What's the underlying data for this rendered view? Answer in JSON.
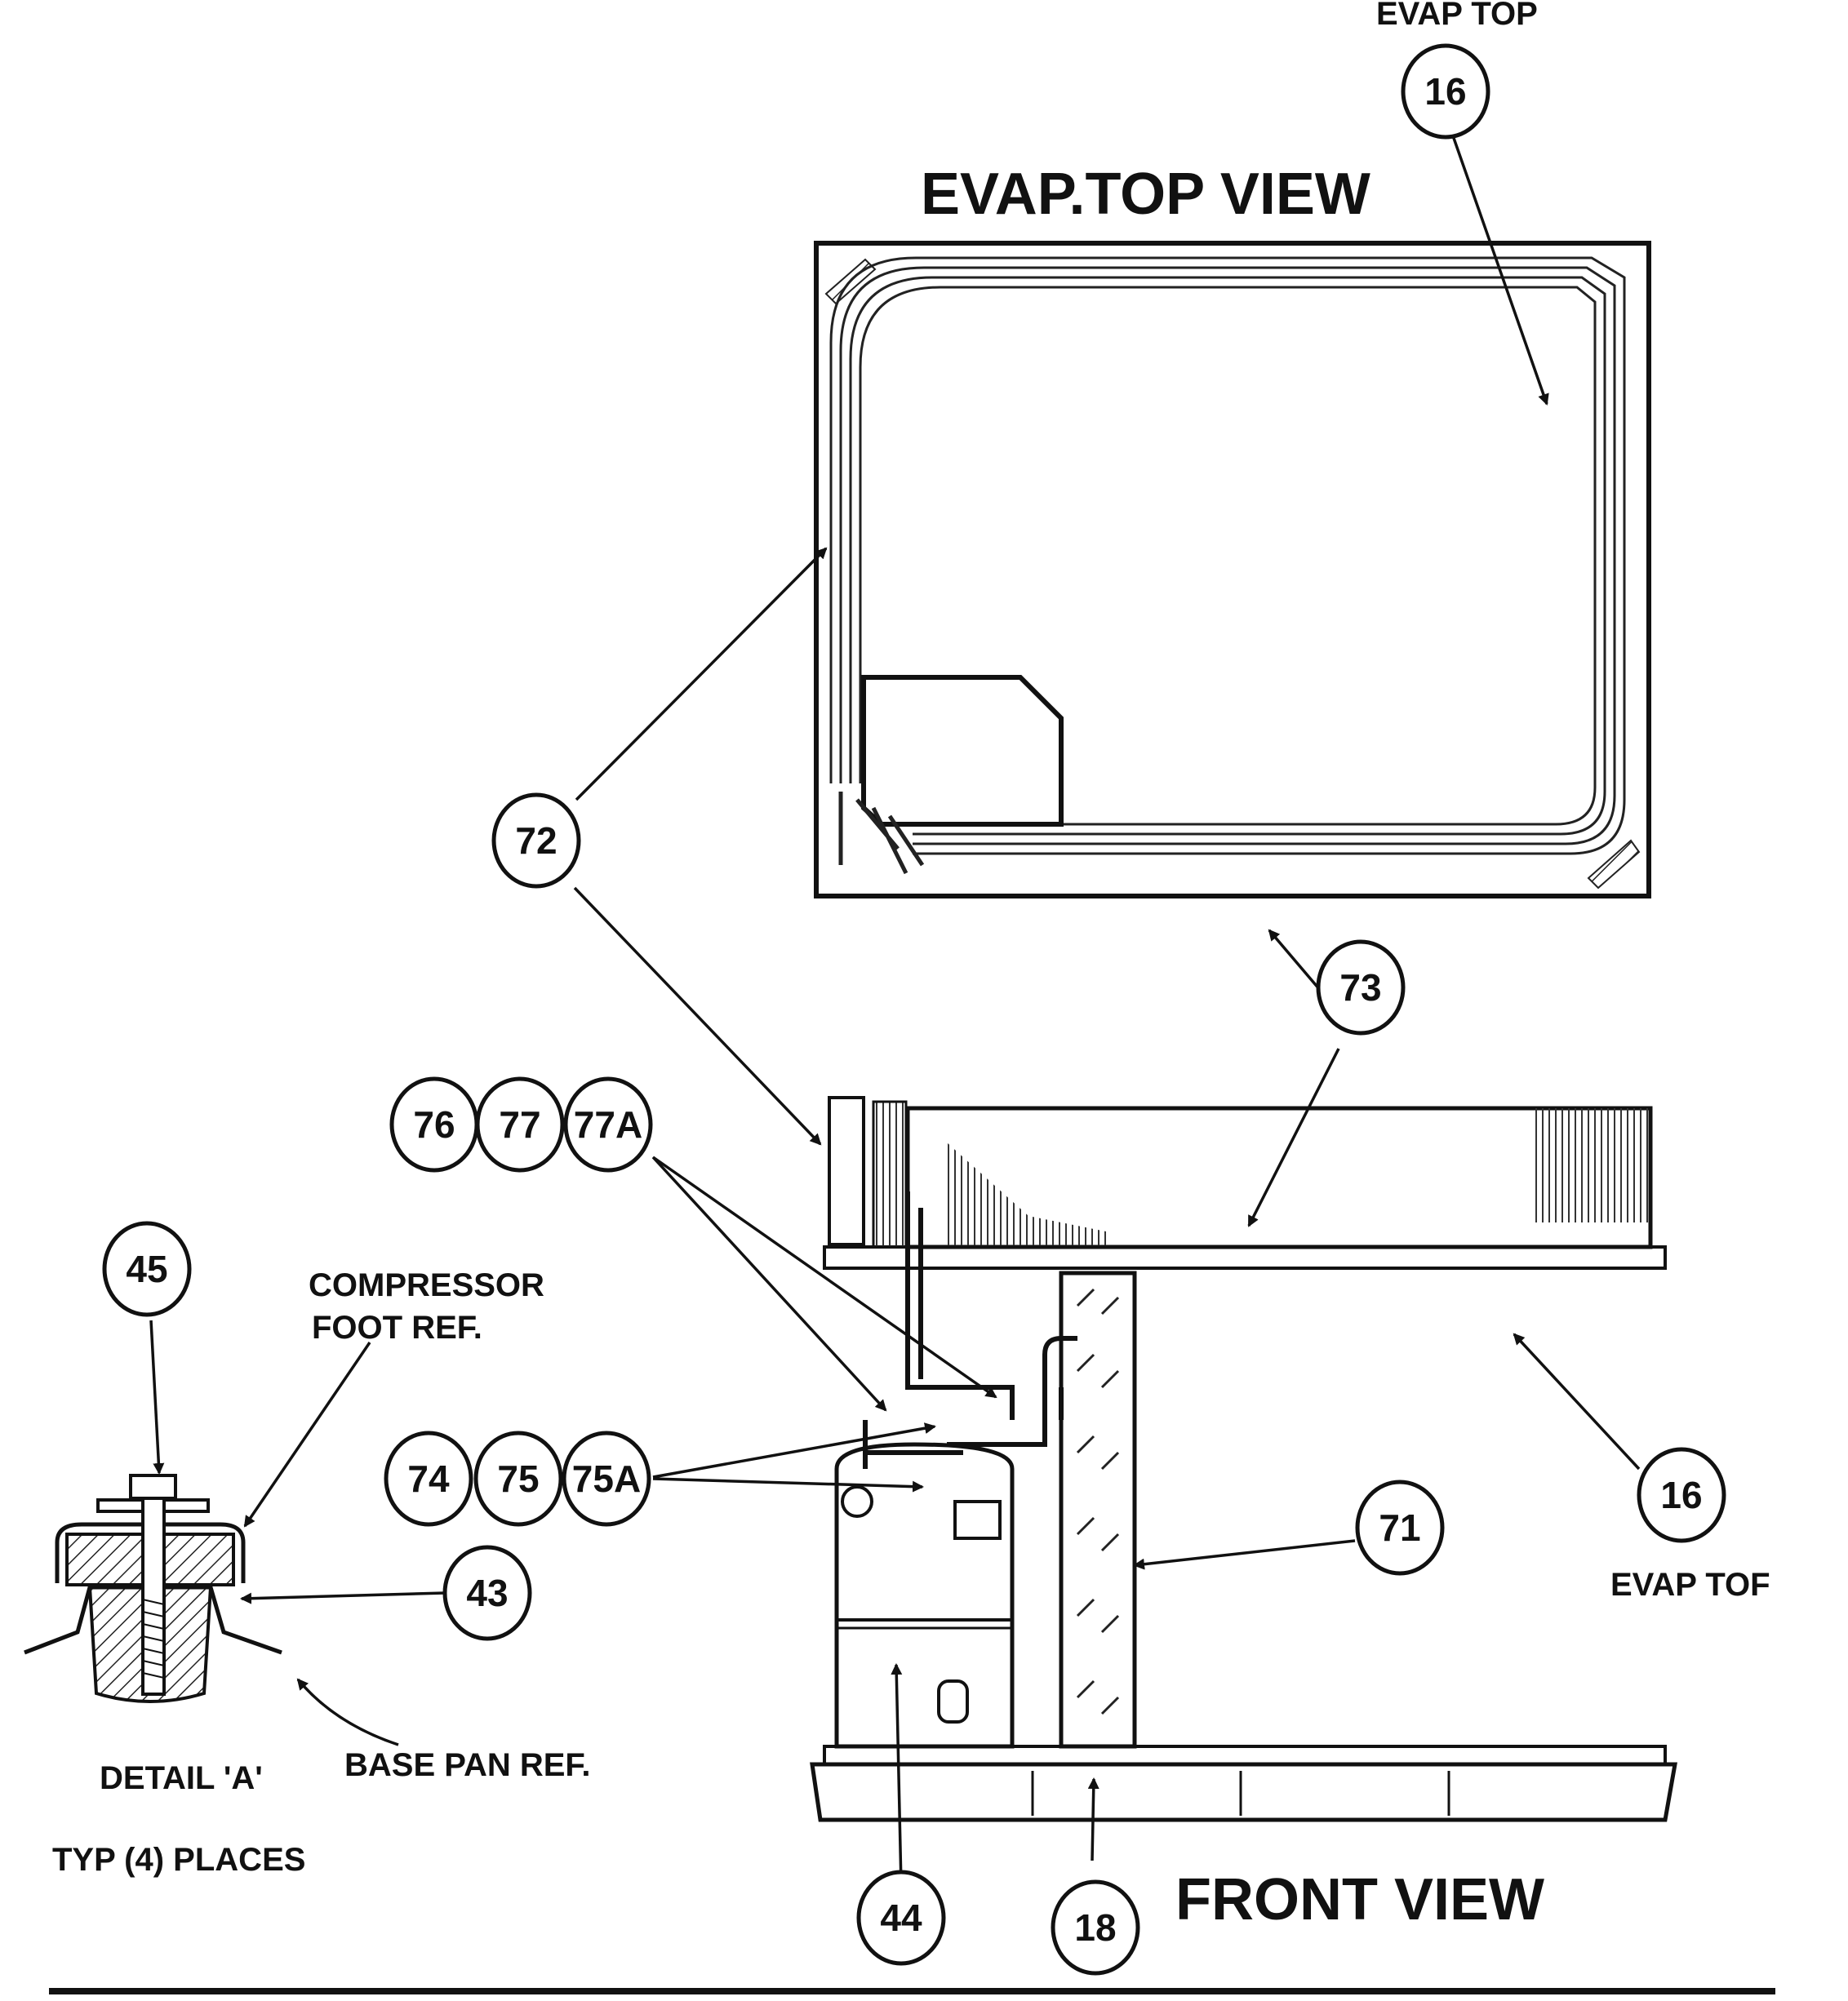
{
  "titles": {
    "top_view": "EVAP.TOP VIEW",
    "front_view": "FRONT VIEW"
  },
  "notes": {
    "evap_top_upper": "EVAP TOP",
    "evap_top_right": "EVAP TOF",
    "compressor_line1": "COMPRESSOR",
    "compressor_line2": "FOOT REF.",
    "base_pan": "BASE PAN REF.",
    "detail": "DETAIL 'A'",
    "typ": "TYP (4) PLACES"
  },
  "callouts": {
    "c16_top": "16",
    "c72": "72",
    "c73": "73",
    "c76": "76",
    "c77": "77",
    "c77a": "77A",
    "c45": "45",
    "c74": "74",
    "c75": "75",
    "c75a": "75A",
    "c43": "43",
    "c71": "71",
    "c16_right": "16",
    "c44": "44",
    "c18": "18"
  }
}
